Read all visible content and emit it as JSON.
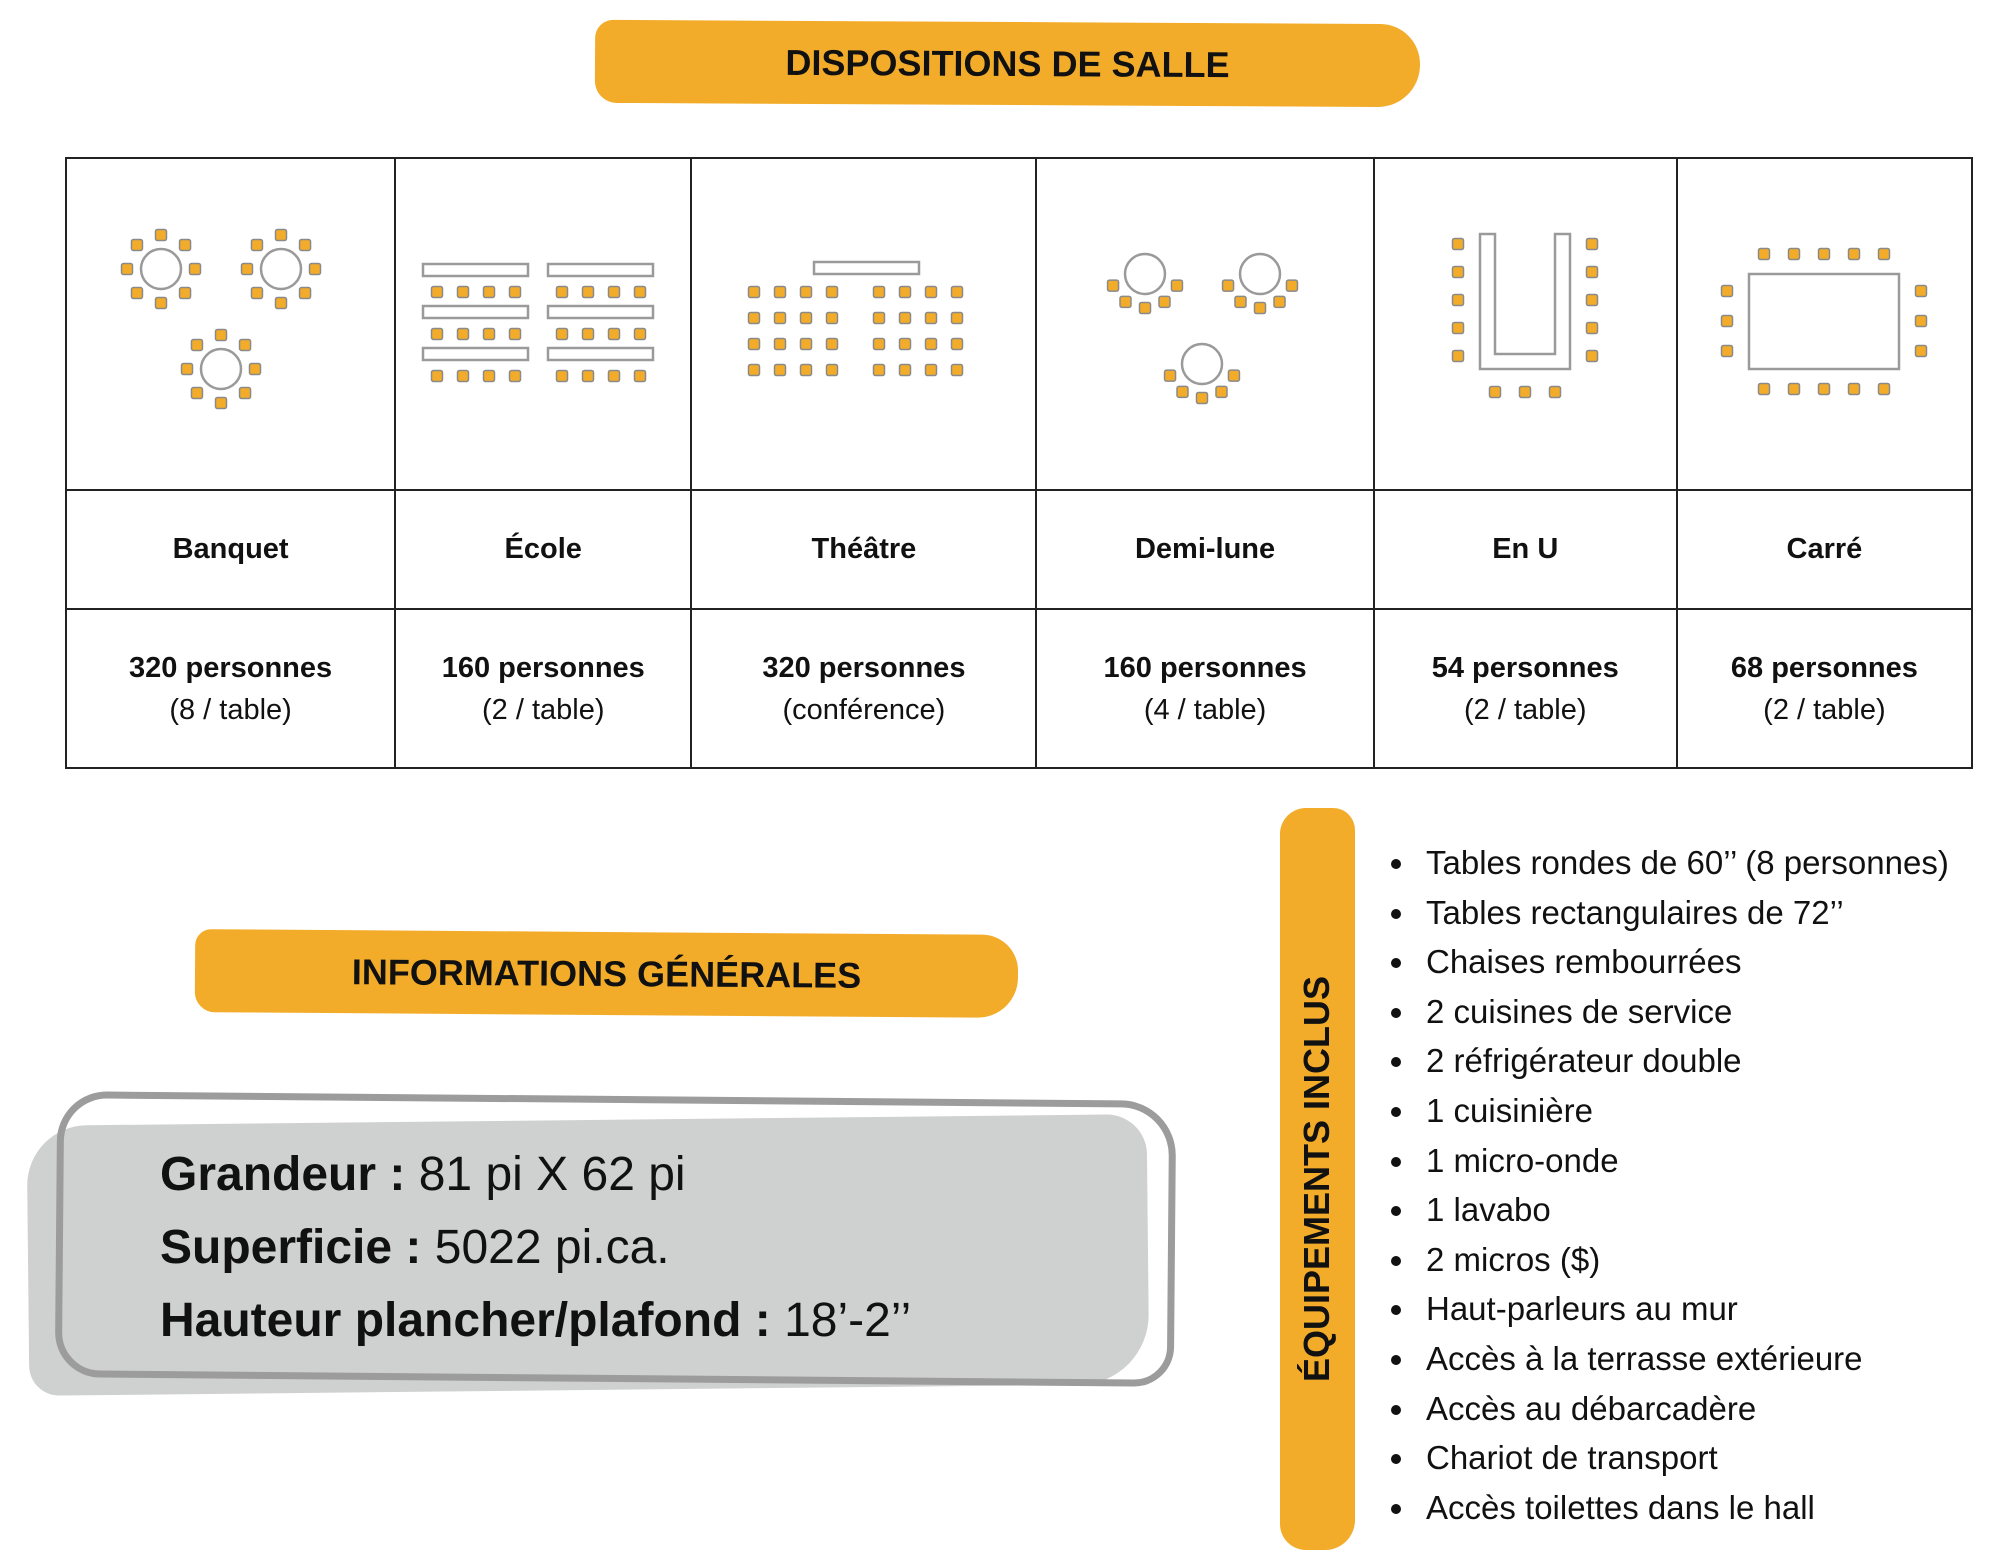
{
  "header": {
    "title": "DISPOSITIONS DE SALLE"
  },
  "layouts": [
    {
      "name": "Banquet",
      "capacity": "320 personnes",
      "detail": "(8 / table)",
      "icon": "banquet-layout-icon"
    },
    {
      "name": "École",
      "capacity": "160 personnes",
      "detail": "(2 / table)",
      "icon": "classroom-layout-icon"
    },
    {
      "name": "Théâtre",
      "capacity": "320 personnes",
      "detail": "(conférence)",
      "icon": "theatre-layout-icon"
    },
    {
      "name": "Demi-lune",
      "capacity": "160 personnes",
      "detail": "(4 / table)",
      "icon": "half-moon-layout-icon"
    },
    {
      "name": "En U",
      "capacity": "54 personnes",
      "detail": "(2 / table)",
      "icon": "u-shape-layout-icon"
    },
    {
      "name": "Carré",
      "capacity": "68 personnes",
      "detail": "(2 / table)",
      "icon": "square-layout-icon"
    }
  ],
  "info": {
    "title": "INFORMATIONS GÉNÉRALES",
    "rows": [
      {
        "label": "Grandeur :",
        "value": "81 pi X 62 pi"
      },
      {
        "label": "Superficie :",
        "value": "5022 pi.ca."
      },
      {
        "label": "Hauteur plancher/plafond :",
        "value": "18’-2’’"
      }
    ]
  },
  "equipment": {
    "title": "ÉQUIPEMENTS INCLUS",
    "items": [
      "Tables rondes de 60’’ (8 personnes)",
      "Tables rectangulaires de 72’’",
      "Chaises rembourrées",
      "2 cuisines de service",
      "2 réfrigérateur double",
      "1 cuisinière",
      "1 micro-onde",
      "1 lavabo",
      "2 micros ($)",
      "Haut-parleurs au mur",
      "Accès à la terrasse extérieure",
      "Accès au débarcadère",
      "Chariot de transport",
      "Accès toilettes dans le hall"
    ]
  },
  "colors": {
    "accent": "#f3ac2a",
    "chair": "#f3ac2a",
    "frame": "#9c9c9c",
    "panel": "#cfd0d0"
  }
}
